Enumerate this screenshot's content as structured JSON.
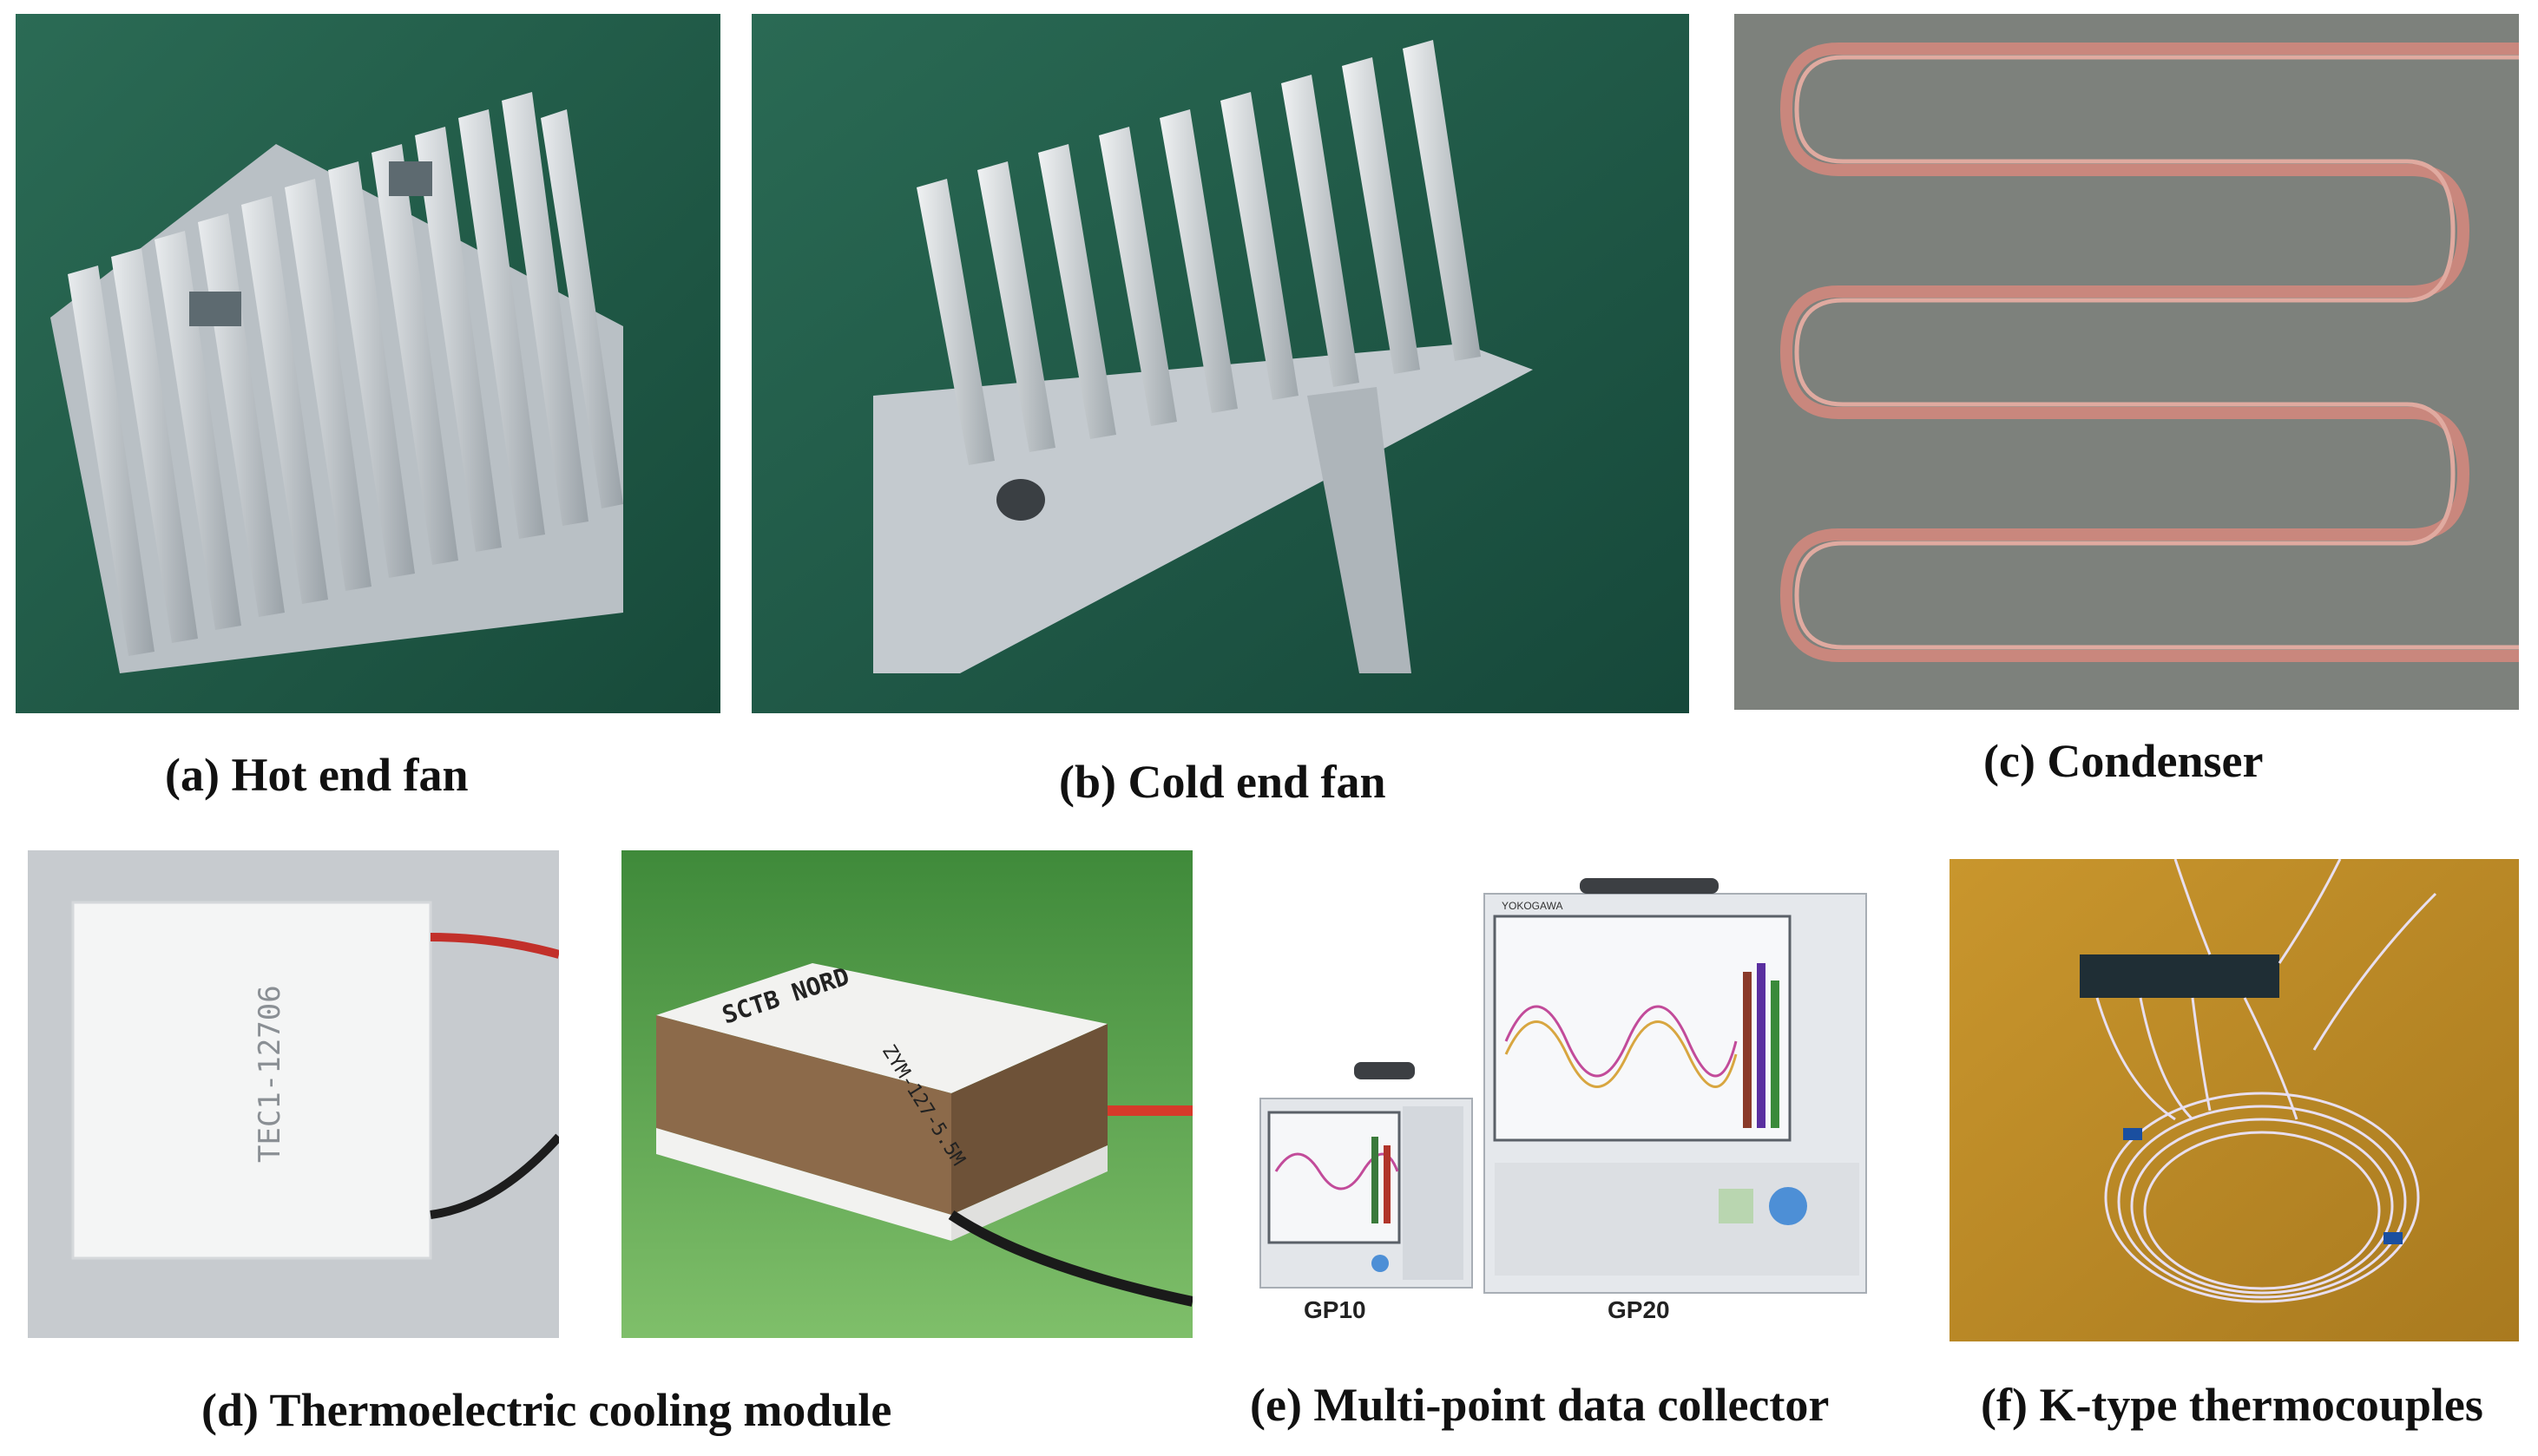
{
  "captions": {
    "a": "(a) Hot end fan",
    "b": "(b) Cold end fan",
    "c": "(c) Condenser",
    "d": "(d) Thermoelectric cooling module",
    "e": "(e) Multi-point data collector",
    "f": "(f) K-type thermocouples"
  },
  "photo_text": {
    "tec1_model": "TEC1-12706",
    "tec2_brand": "SCTB NORD",
    "tec2_model": "ZYM-127-5.5M",
    "recorder_brand": "YOKOGAWA",
    "recorder_small": "GP10",
    "recorder_large": "GP20"
  },
  "colors": {
    "green_backdrop": "#1f5a48",
    "aluminum": "#cfd4d8",
    "copper": "#c9877d",
    "wood": "#c9962d"
  }
}
